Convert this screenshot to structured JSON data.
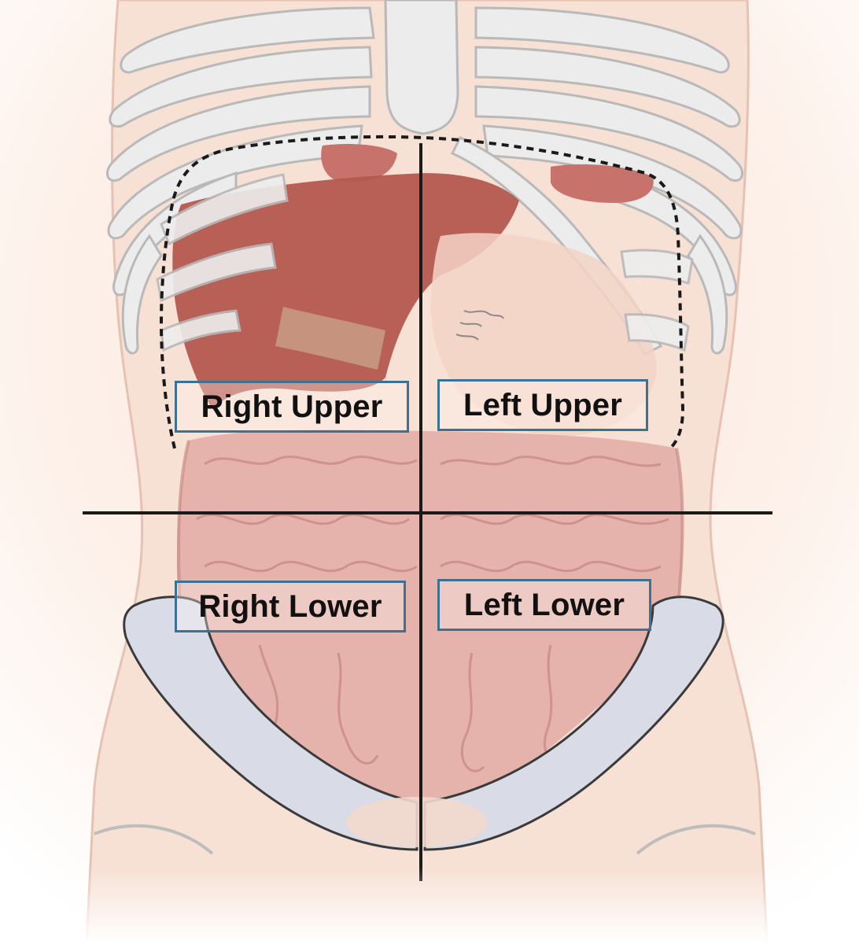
{
  "diagram": {
    "quadrants": {
      "right_upper": "Right Upper",
      "left_upper": "Left Upper",
      "right_lower": "Right Lower",
      "left_lower": "Left Lower"
    },
    "colors": {
      "skin": "#f7e3d8",
      "bone": "#eeeeee",
      "bone_outline": "#b9b9b9",
      "liver": "#b65d56",
      "intestine": "#dba19c",
      "pelvis": "#dadce6",
      "divider": "#1a1a1a",
      "label_border": "#3a7295"
    }
  }
}
